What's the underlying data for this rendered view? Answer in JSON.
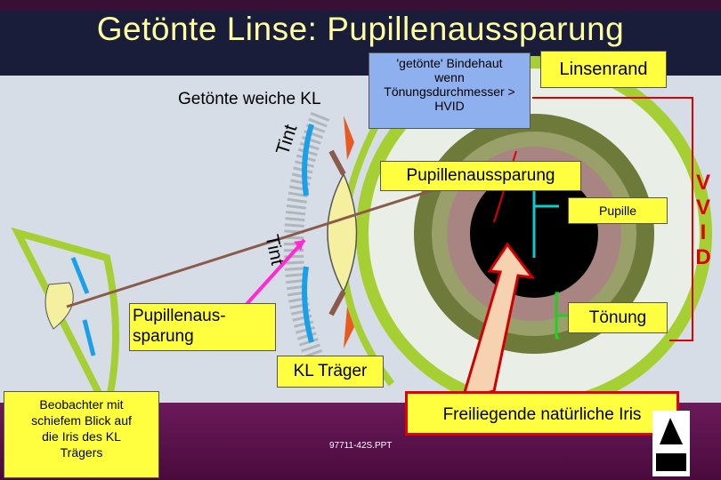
{
  "title": "Getönte Linse: Pupillenaussparung",
  "labels": {
    "tinted_soft_cl": "Getönte weiche KL",
    "tinted_sclera_line1": "'getönte' Bindehaut",
    "tinted_sclera_line2": "wenn",
    "tinted_sclera_line3": "Tönungsdurchmesser >",
    "tinted_sclera_line4": "HVID",
    "limbus": "Linsenrand",
    "optic_zone_right": "Pupillenaussparung",
    "pupil": "Pupille",
    "tint_right": "Tönung",
    "optic_zone_left_line1": "Pupillenaus-",
    "optic_zone_left_line2": "sparung",
    "wearer": "KL Träger",
    "exposed_iris": "Freiliegende natürliche Iris",
    "observer_line1": "Beobachter mit",
    "observer_line2": "schiefem Blick auf",
    "observer_line3": "die Iris des KL",
    "observer_line4": "Trägers",
    "tint_top": "Tint",
    "tint_bottom": "Tint",
    "vvid_1": "V",
    "vvid_2": "V",
    "vvid_3": "I",
    "vvid_4": "D",
    "filename": "97711-42S.PPT"
  },
  "colors": {
    "label_box": "#ffff40",
    "sclera_box": "#8fb0ee",
    "vvid_red": "#e00000",
    "title_text": "#ffffa0",
    "lens_green": "#a6cf34",
    "iris_ring": "#6d7a3a",
    "pupil": "#000000"
  }
}
